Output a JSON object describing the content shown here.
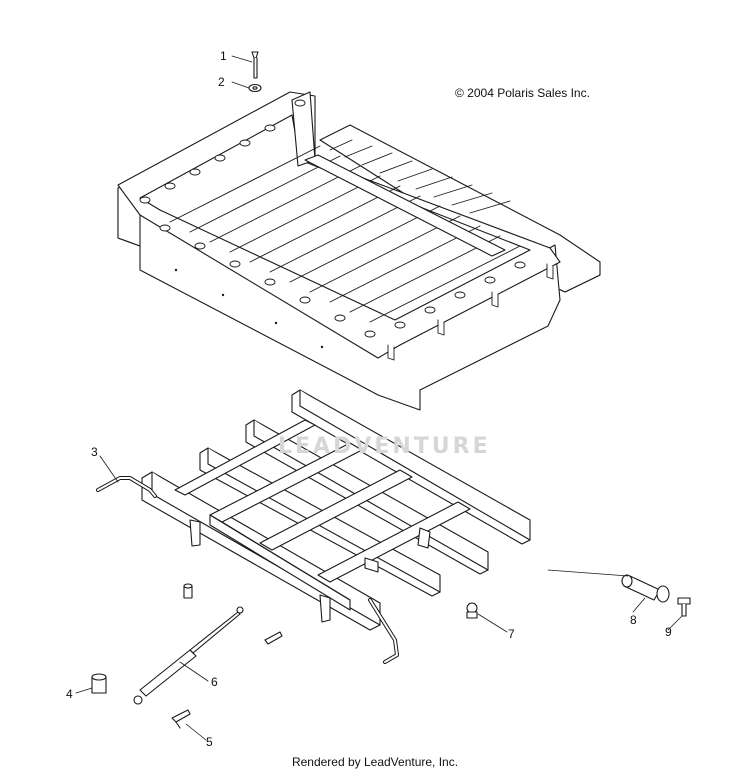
{
  "copyright": "© 2004 Polaris Sales Inc.",
  "footer": "Rendered by LeadVenture, Inc.",
  "watermark": "LEADVENTURE",
  "callouts": [
    "1",
    "2",
    "3",
    "4",
    "5",
    "6",
    "7",
    "8",
    "9"
  ],
  "colors": {
    "line": "#1a1a1a",
    "fill": "#ffffff",
    "watermark": "#d6d6d6"
  }
}
